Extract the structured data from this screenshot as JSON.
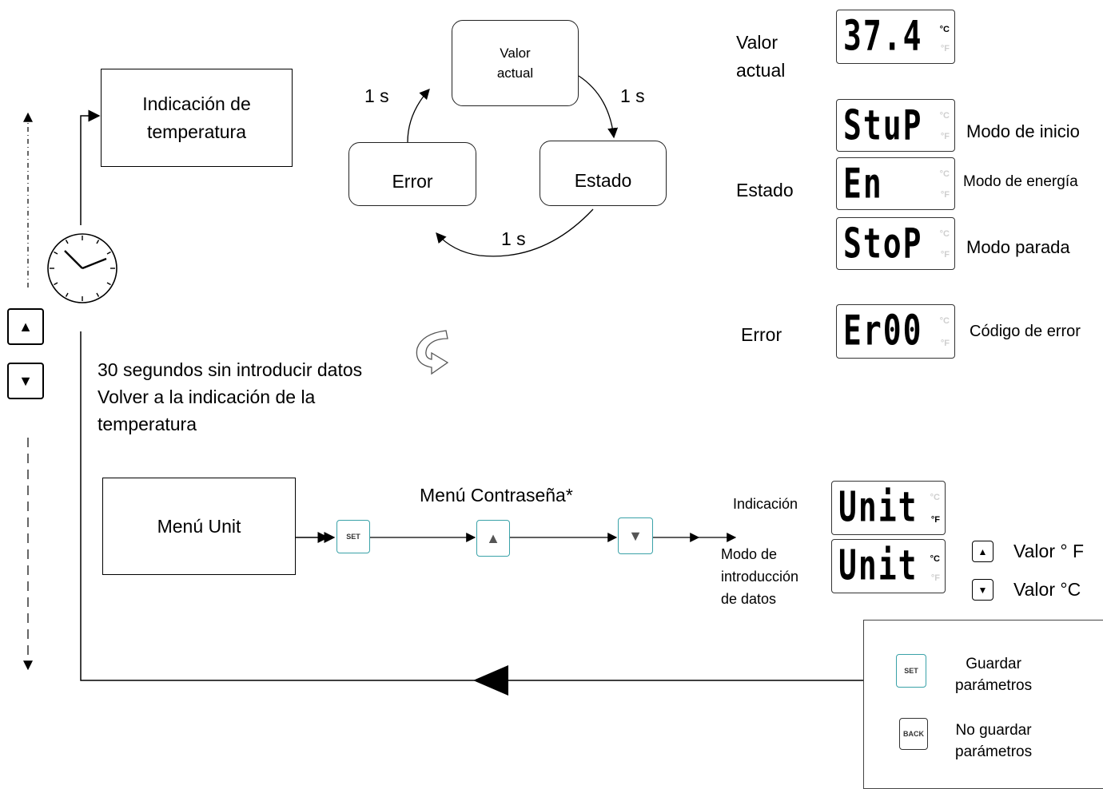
{
  "left_flow": {
    "temp_box": "Indicación de\ntemperatura",
    "timeout_line1": "30 segundos sin introducir datos",
    "timeout_line2": "Volver a la indicación de la",
    "timeout_line3": "temperatura",
    "menu_unit_box": "Menú Unit"
  },
  "cycle": {
    "valor_actual": "Valor\nactual",
    "error": "Error",
    "estado": "Estado",
    "time_left": "1 s",
    "time_right": "1 s",
    "time_bottom": "1 s"
  },
  "right_panel": {
    "valor_actual_label": "Valor\nactual",
    "estado_label": "Estado",
    "error_label": "Error",
    "display_value": "37.4",
    "display_stup": "StuP",
    "display_en": "En",
    "display_stop": "StoP",
    "display_er00": "Er00",
    "modo_inicio": "Modo de inicio",
    "modo_energia": "Modo de energía",
    "modo_parada": "Modo parada",
    "codigo_error": "Código de error"
  },
  "unit_menu": {
    "password_menu": "Menú Contraseña*",
    "set_key": "SET",
    "indicacion_label": "Indicación",
    "modo_intro_label": "Modo de\nintroducción\nde datos",
    "display_unit_f": "Unit",
    "display_unit_c": "Unit",
    "valor_f": "Valor ° F",
    "valor_c": "Valor °C"
  },
  "legend": {
    "set_key": "SET",
    "set_text": "Guardar\nparámetros",
    "back_key": "BACK",
    "back_text": "No guardar\nparámetros"
  },
  "units": {
    "celsius": "°C",
    "fahrenheit": "°F"
  },
  "icons": {
    "clock": "clock-icon",
    "up": "arrow-up-key-icon",
    "down": "arrow-down-key-icon",
    "curved": "curved-arrow-icon"
  },
  "colors": {
    "teal_key_border": "#3aa2a8",
    "ghost_segment": "#d8d8d8"
  }
}
